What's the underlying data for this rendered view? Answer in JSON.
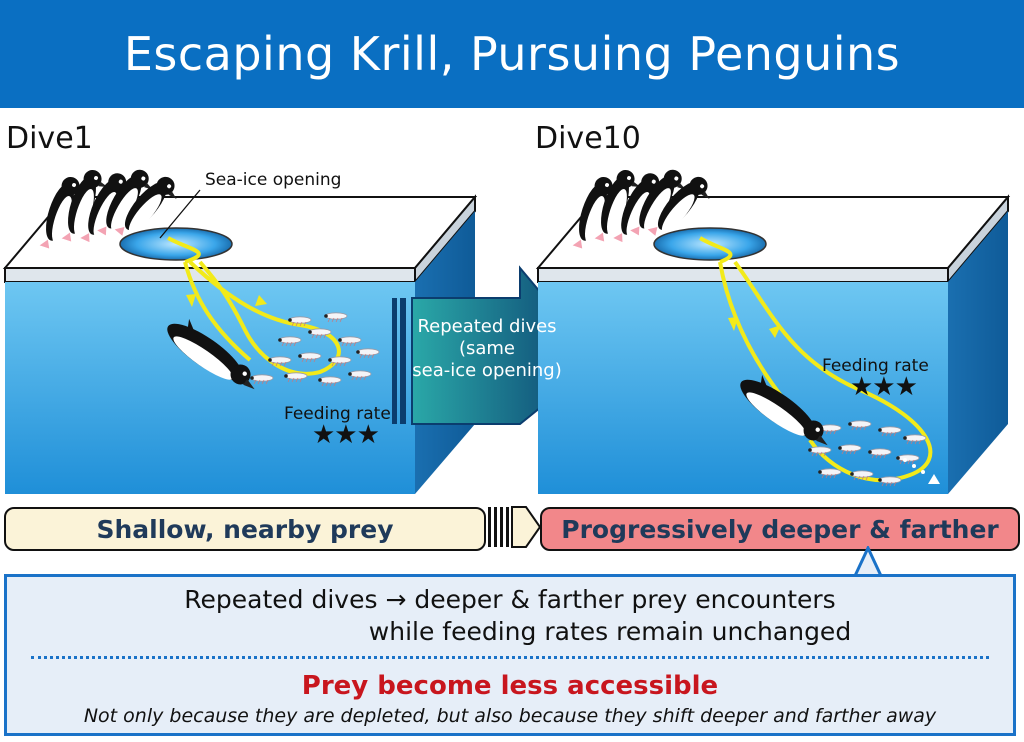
{
  "title": "Escaping Krill, Pursuing Penguins",
  "dive1": {
    "label": "Dive1",
    "sea_ice_label": "Sea-ice opening",
    "feeding_label": "Feeding rate",
    "stars": "★★★"
  },
  "dive10": {
    "label": "Dive10",
    "feeding_label": "Feeding rate",
    "stars": "★★★"
  },
  "transition": {
    "line1": "Repeated dives",
    "line2": "(same",
    "line3": "sea-ice opening)"
  },
  "bars": {
    "left": "Shallow, nearby prey",
    "right": "Progressively deeper & farther"
  },
  "summary": {
    "line1": "Repeated dives → deeper & farther prey encounters",
    "line2": "while feeding rates remain unchanged",
    "headline": "Prey become less accessible",
    "footnote": "Not only because they are depleted, but also because they shift deeper and farther away"
  },
  "colors": {
    "title_bar": "#0a6fc2",
    "water": "#2f9fe0",
    "trajectory": "#f2ea1a",
    "left_bar_fill": "#fbf3d8",
    "right_bar_fill": "#f2878a",
    "headline": "#c8161e",
    "summary_fill": "#e6eef8"
  }
}
